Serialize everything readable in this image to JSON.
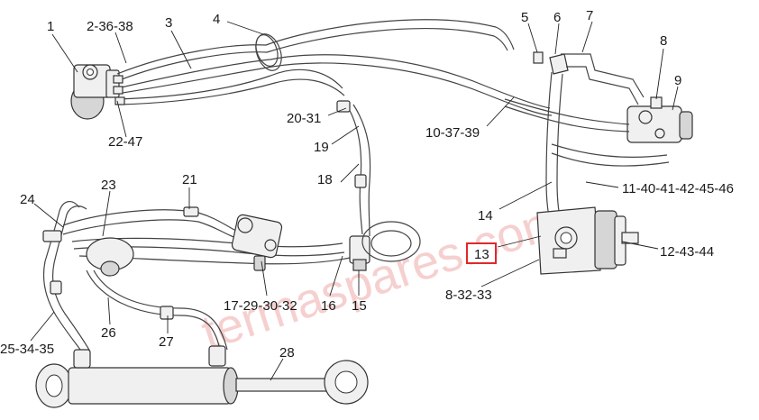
{
  "watermark": "termaspares.com",
  "selected_label": "13",
  "colors": {
    "highlight": "#e0282a",
    "line": "#333333",
    "watermark": "#e25555"
  },
  "labels": {
    "l1": "1",
    "l2_36_38": "2-36-38",
    "l3": "3",
    "l4": "4",
    "l5": "5",
    "l6": "6",
    "l7": "7",
    "l8": "8",
    "l9": "9",
    "l10_37_39": "10-37-39",
    "l11_40": "11-40-41-42-45-46",
    "l12_43_44": "12-43-44",
    "l13": "13",
    "l14": "14",
    "l15": "15",
    "l16": "16",
    "l17_29": "17-29-30-32",
    "l18": "18",
    "l19": "19",
    "l20_31": "20-31",
    "l21": "21",
    "l22_47": "22-47",
    "l23": "23",
    "l24": "24",
    "l25_34_35": "25-34-35",
    "l26": "26",
    "l27": "27",
    "l28": "28",
    "l8_32_33": "8-32-33"
  }
}
